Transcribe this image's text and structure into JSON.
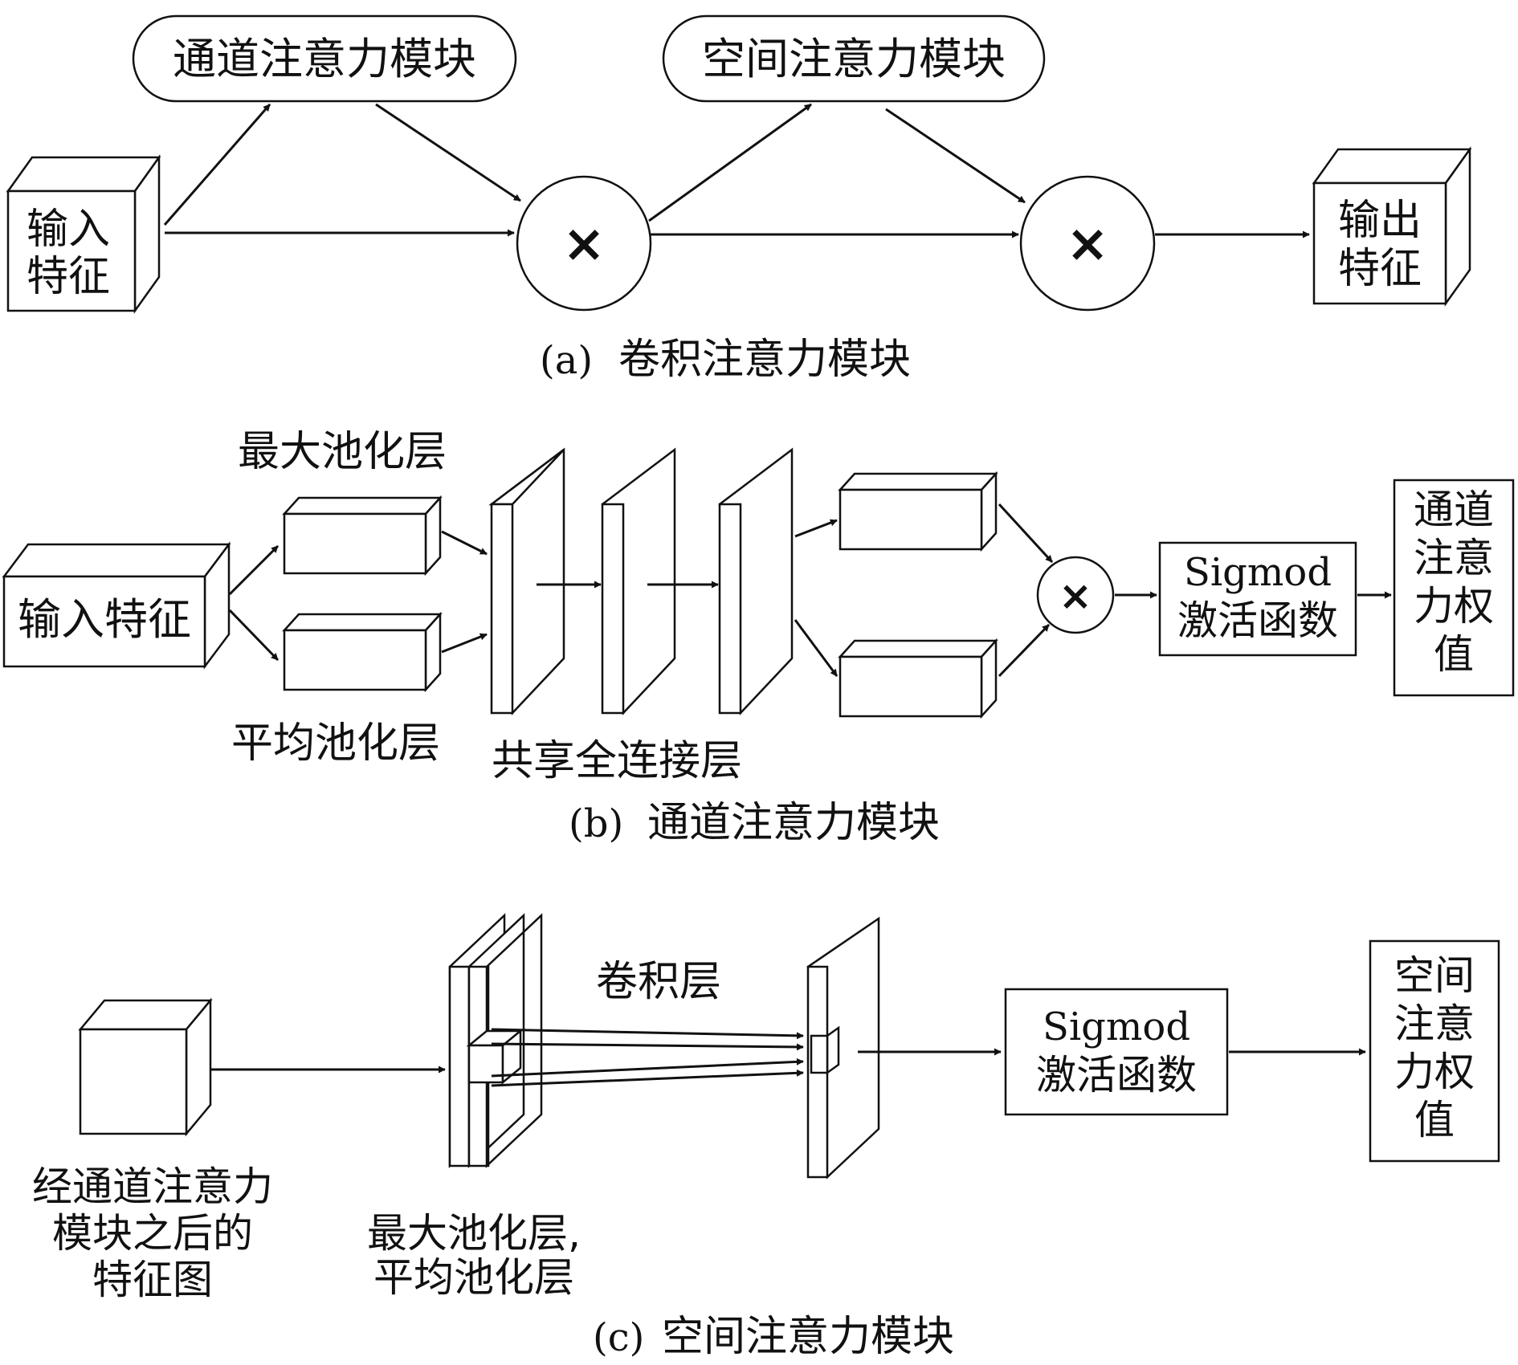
{
  "panel_a": {
    "channel_module": "通道注意力模块",
    "spatial_module": "空间注意力模块",
    "input_line1": "输入",
    "input_line2": "特征",
    "output_line1": "输出",
    "output_line2": "特征",
    "multiply": "×",
    "caption_label": "(a)",
    "caption": "卷积注意力模块"
  },
  "panel_b": {
    "max_pool": "最大池化层",
    "avg_pool": "平均池化层",
    "input": "输入特征",
    "shared_fc": "共享全连接层",
    "multiply": "×",
    "sigmoid_line1": "Sigmod",
    "sigmoid_line2": "激活函数",
    "weight_lines": [
      "通道",
      "注意",
      "力权",
      "值"
    ],
    "caption_label": "(b)",
    "caption": "通道注意力模块"
  },
  "panel_c": {
    "conv_layer": "卷积层",
    "feature_lines": [
      "经通道注意力",
      "模块之后的",
      "特征图"
    ],
    "pool_lines": [
      "最大池化层,",
      "平均池化层"
    ],
    "sigmoid_line1": "Sigmod",
    "sigmoid_line2": "激活函数",
    "weight_lines": [
      "空间",
      "注意",
      "力权",
      "值"
    ],
    "caption_label": "(c)",
    "caption": "空间注意力模块"
  }
}
